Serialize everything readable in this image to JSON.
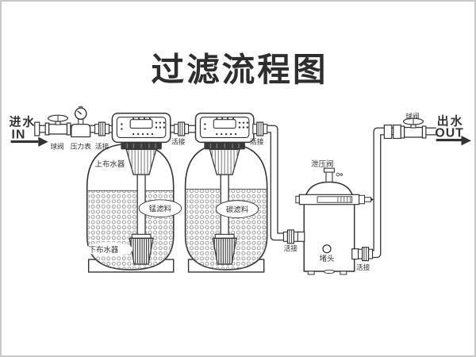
{
  "title": "过滤流程图",
  "inlet": {
    "cn": "进水",
    "en": "IN"
  },
  "outlet": {
    "cn": "出水",
    "en": "OUT"
  },
  "labels": {
    "ball_valve": "球阀",
    "pressure_gauge": "压力表",
    "union": "活接",
    "upper_distributor": "上布水器",
    "lower_distributor": "下布水器",
    "tank1_media": "锰滤料",
    "tank2_media": "碳滤料",
    "relief_valve": "泄压阀",
    "plug": "堵头"
  },
  "colors": {
    "line": "#333333",
    "collar_dark": "#3a3a3a",
    "background": "#ffffff",
    "frame_border": "#c9c9c9"
  }
}
